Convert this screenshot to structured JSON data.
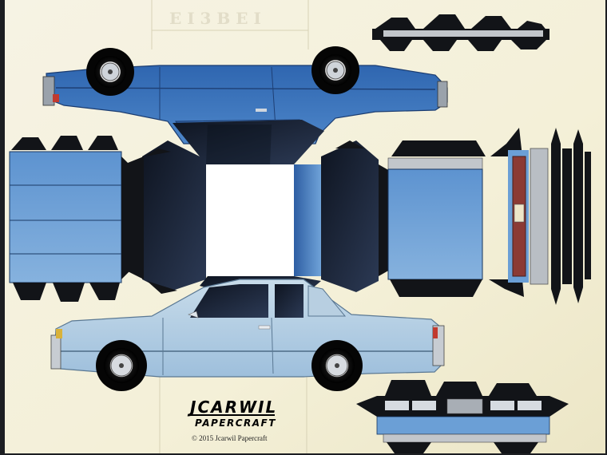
{
  "logo": {
    "line1": "JCARWIL",
    "line2": "PAPERCRAFT"
  },
  "copyright": "© 2015 Jcarwil Papercraft",
  "colors": {
    "paper": "#f4f1dc",
    "dark_blue": "#3f74b8",
    "mid_blue": "#6b9fd6",
    "light_blue": "#a6c6e2",
    "pale_blue": "#c5dbe9",
    "tab_black": "#121418",
    "chrome_gray": "#c2c6cb",
    "tail_red": "#8b3a34"
  }
}
